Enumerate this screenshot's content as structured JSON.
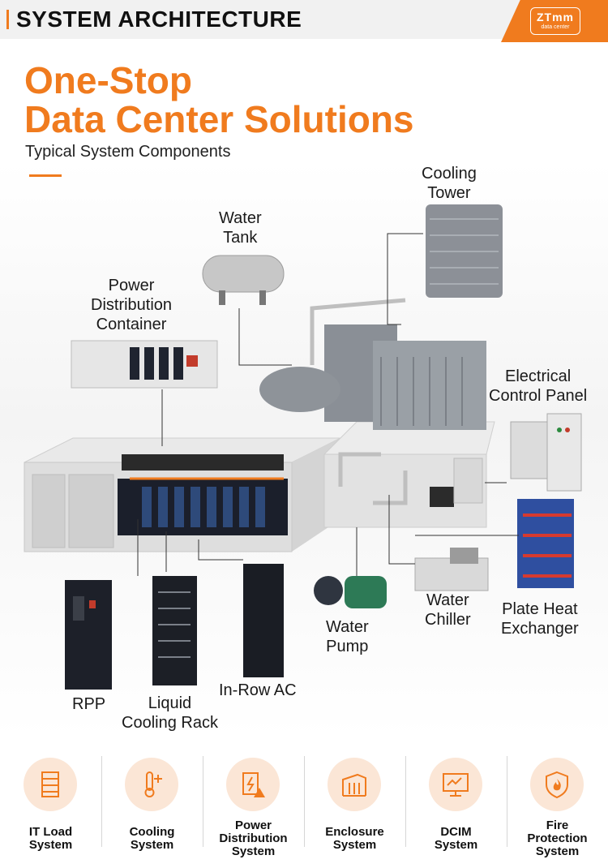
{
  "header": {
    "title": "SYSTEM ARCHITECTURE",
    "logo_mark": "ZTmm",
    "logo_sub": "data center"
  },
  "hero": {
    "line1": "One-Stop",
    "line2": "Data Center Solutions",
    "subtitle": "Typical System Components"
  },
  "components": {
    "cooling_tower": [
      "Cooling",
      "Tower"
    ],
    "water_tank": [
      "Water",
      "Tank"
    ],
    "power_container": [
      "Power",
      "Distribution",
      "Container"
    ],
    "electrical_panel": [
      "Electrical",
      "Control Panel"
    ],
    "plate_heat": [
      "Plate Heat",
      "Exchanger"
    ],
    "water_chiller": [
      "Water",
      "Chiller"
    ],
    "water_pump": [
      "Water",
      "Pump"
    ],
    "in_row_ac": "In-Row AC",
    "liquid_rack": [
      "Liquid",
      "Cooling Rack"
    ],
    "rpp": "RPP"
  },
  "systems": [
    {
      "name": "IT Load\nSystem",
      "icon": "server-rack-icon"
    },
    {
      "name": "Cooling\nSystem",
      "icon": "thermometer-snow-icon"
    },
    {
      "name": "Power\nDistribution\nSystem",
      "icon": "power-warning-icon"
    },
    {
      "name": "Enclosure\nSystem",
      "icon": "building-icon"
    },
    {
      "name": "DCIM\nSystem",
      "icon": "monitor-chart-icon"
    },
    {
      "name": "Fire\nProtection\nSystem",
      "icon": "fire-shield-icon"
    }
  ],
  "colors": {
    "accent": "#f07b1e",
    "icon_bg": "#fbe6d6"
  }
}
